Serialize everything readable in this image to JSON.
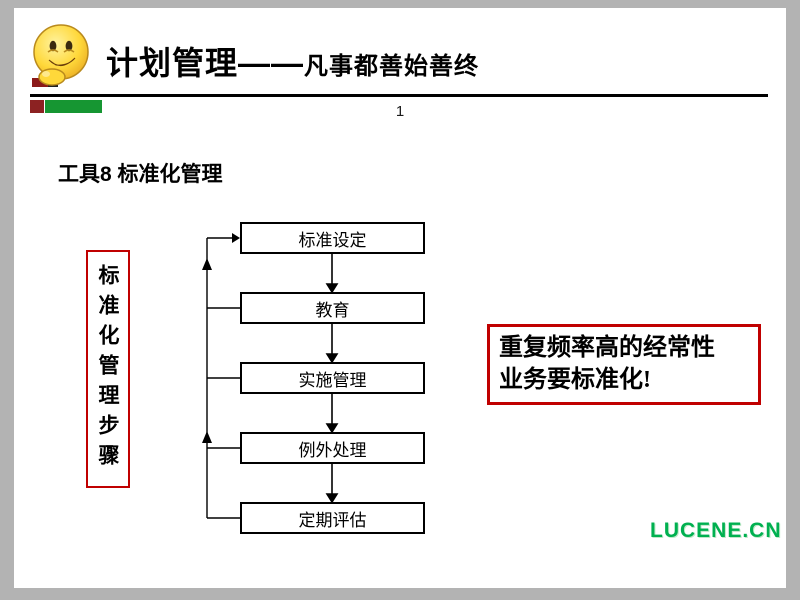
{
  "header": {
    "title_main": "计划管理——",
    "title_sub": "凡事都善始善终",
    "page_number": "1"
  },
  "body": {
    "heading": "工具8  标准化管理",
    "vertical_label": "标准化管理步骤",
    "flow_steps": [
      "标准设定",
      "教育",
      "实施管理",
      "例外处理",
      "定期评估"
    ],
    "callout_line1": "重复频率高的经常性",
    "callout_line2": "业务要标准化!",
    "watermark": "LUCENE.CN"
  },
  "icons": {
    "title_icon": "thinker-emoji"
  },
  "colors": {
    "accent_red": "#c00000",
    "marker_red": "#8c2222",
    "marker_green": "#169632",
    "watermark_green": "#00b050",
    "line_black": "#000000"
  }
}
